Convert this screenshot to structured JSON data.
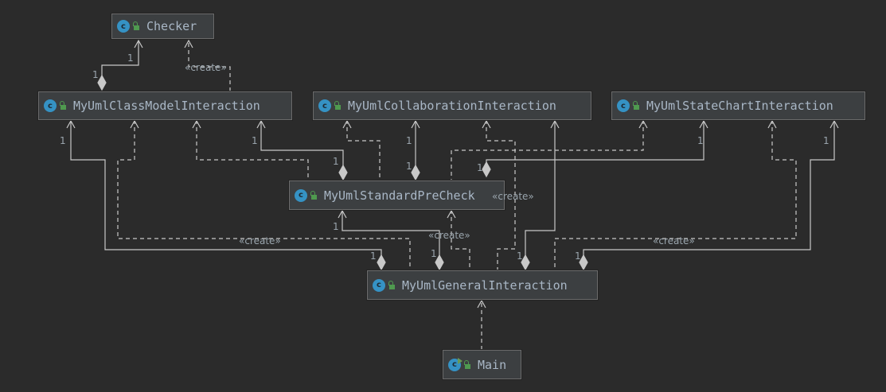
{
  "nodes": {
    "checker": {
      "label": "Checker",
      "kind": "class"
    },
    "class_model": {
      "label": "MyUmlClassModelInteraction",
      "kind": "class"
    },
    "collaboration": {
      "label": "MyUmlCollaborationInteraction",
      "kind": "class"
    },
    "state_chart": {
      "label": "MyUmlStateChartInteraction",
      "kind": "class"
    },
    "standard_pre_check": {
      "label": "MyUmlStandardPreCheck",
      "kind": "class"
    },
    "general": {
      "label": "MyUmlGeneralInteraction",
      "kind": "class"
    },
    "main": {
      "label": "Main",
      "kind": "class-main"
    }
  },
  "icon_letter": "c",
  "stereotype": "«create»",
  "multiplicity": "1",
  "colors": {
    "background": "#2b2b2b",
    "node_fill": "#3c3f41",
    "node_border": "#6b6b6b",
    "edge": "#c8c8c8",
    "text": "#a9b7c6",
    "class_icon": "#3592c4",
    "visibility_icon": "#4f9a4f"
  }
}
